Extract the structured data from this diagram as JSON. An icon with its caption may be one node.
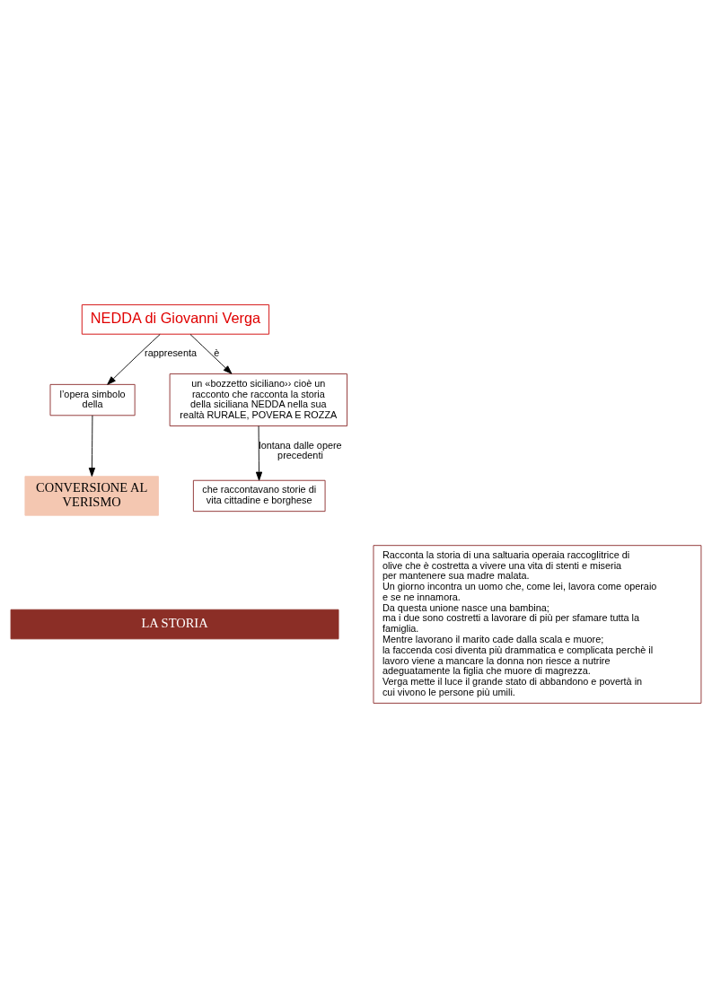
{
  "diagram": {
    "nodes": [
      {
        "text": [
          "NEDDA di Giovanni Verga"
        ]
      },
      {
        "text": [
          "l’opera simbolo della"
        ]
      },
      {
        "text": [
          "CONVERSIONE AL VERISMO"
        ]
      },
      {
        "text": [
          "un «bozzetto siciliano›› cioè un racconto che racconta la storia della siciliana NEDDA nella sua realtà RURALE, POVERA E ROZZA"
        ]
      },
      {
        "text": [
          "che raccontavano storie di vita cittadine e borghese"
        ]
      },
      {
        "text": [
          "LA STORIA"
        ]
      },
      {
        "text": [
          "Racconta la storia di una saltuaria operaia raccoglitrice di olive che è costretta a vivere una vita di stenti e miseria per mantenere sua madre malata.",
          "Un giorno incontra un uomo che, come lei, lavora come operaio e se ne innamora.",
          "Da questa unione nasce una bambina;",
          "ma i due sono costretti a lavorare di più per sfamare tutta la famiglia.",
          "Mentre lavorano il marito cade dalla scala e muore;",
          "la faccenda cosi diventa più drammatica e complicata perchè il lavoro viene a mancare la donna non riesce a nutrire adeguatamente la figlia che muore di magrezza.",
          "Verga mette il luce il grande stato di abbandono e povertà in cui vivono le persone più umili."
        ]
      }
    ],
    "edges": [
      {
        "from": 0,
        "to": 1,
        "arrow": "to",
        "label": "rappresenta"
      },
      {
        "from": 1,
        "to": 2,
        "arrow": "to"
      },
      {
        "from": 0,
        "to": 3,
        "arrow": "to",
        "label": "è"
      },
      {
        "from": 3,
        "to": 4,
        "arrow": "to",
        "label": "lontana dalle opere precedenti"
      }
    ]
  }
}
